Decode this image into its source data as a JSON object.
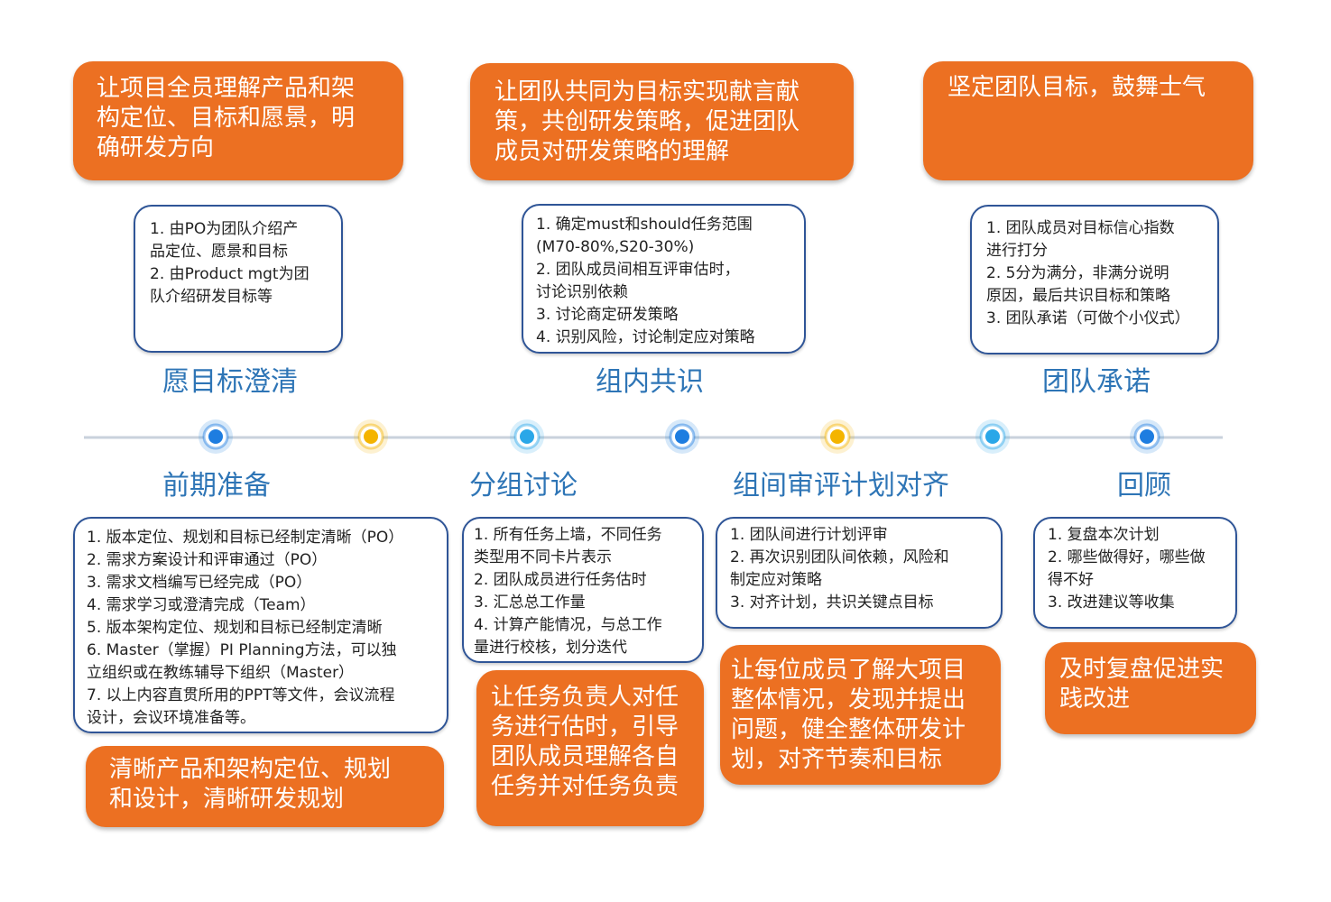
{
  "goals_top": [
    {
      "text": [
        "让项目全员理解产品和架",
        "构定位、目标和愿景，明",
        "确研发方向"
      ]
    },
    {
      "text": [
        "让团队共同为目标实现献言献",
        "策，共创研发策略，促进团队",
        "成员对研发策略的理解"
      ]
    },
    {
      "text": [
        "坚定团队目标，鼓舞士气"
      ]
    }
  ],
  "notes_top": [
    {
      "lines": [
        "1. 由PO为团队介绍产",
        "品定位、愿景和目标",
        "2. 由Product mgt为团",
        "队介绍研发目标等"
      ]
    },
    {
      "lines": [
        "1. 确定must和should任务范围",
        "(M70-80%,S20-30%)",
        "2. 团队成员间相互评审估时，",
        "讨论识别依赖",
        "3. 讨论商定研发策略",
        "4. 识别风险，讨论制定应对策略"
      ]
    },
    {
      "lines": [
        "1. 团队成员对目标信心指数",
        "进行打分",
        "2. 5分为满分，非满分说明",
        "原因，最后共识目标和策略",
        "3. 团队承诺（可做个小仪式）"
      ]
    }
  ],
  "stages_top": [
    "愿目标澄清",
    "组内共识",
    "团队承诺"
  ],
  "stages_bottom": [
    "前期准备",
    "分组讨论",
    "组间审评计划对齐",
    "回顾"
  ],
  "notes_bottom": [
    {
      "lines": [
        "1. 版本定位、规划和目标已经制定清晰（PO）",
        "2. 需求方案设计和评审通过（PO）",
        "3. 需求文档编写已经完成（PO）",
        "4. 需求学习或澄清完成（Team）",
        "5. 版本架构定位、规划和目标已经制定清晰",
        "6. Master（掌握）PI Planning方法，可以独",
        "立组织或在教练辅导下组织（Master）",
        "7. 以上内容直贯所用的PPT等文件，会议流程",
        "设计，会议环境准备等。"
      ]
    },
    {
      "lines": [
        "1. 所有任务上墙，不同任务",
        "类型用不同卡片表示",
        "2. 团队成员进行任务估时",
        "3. 汇总总工作量",
        "4. 计算产能情况，与总工作",
        "量进行校核，划分迭代"
      ]
    },
    {
      "lines": [
        "1. 团队间进行计划评审",
        "2. 再次识别团队间依赖，风险和",
        "制定应对策略",
        "3. 对齐计划，共识关键点目标"
      ]
    },
    {
      "lines": [
        "1. 复盘本次计划",
        "2. 哪些做得好，哪些做",
        "得不好",
        "3. 改进建议等收集"
      ]
    }
  ],
  "goals_bottom": [
    {
      "text": [
        "清晰产品和架构定位、规划",
        "和设计，清晰研发规划"
      ]
    },
    {
      "text": [
        "让任务负责人对任",
        "务进行估时，引导",
        "团队成员理解各自",
        "任务并对任务负责"
      ]
    },
    {
      "text": [
        "让每位成员了解大项目",
        "整体情况，发现并提出",
        "问题，健全整体研发计",
        "划，对齐节奏和目标"
      ]
    },
    {
      "text": [
        "及时复盘促进实",
        "践改进"
      ]
    }
  ],
  "timeline": {
    "dot_colors": [
      "#1e7de0",
      "#f4b400",
      "#2aa7e8",
      "#1e7de0",
      "#f4b400",
      "#2aa7e8",
      "#1e7de0"
    ]
  },
  "colors": {
    "orange": "#ec7022",
    "note_border": "#2f5597",
    "stage_text": "#2e75b6",
    "line": "#c9d2dc"
  }
}
